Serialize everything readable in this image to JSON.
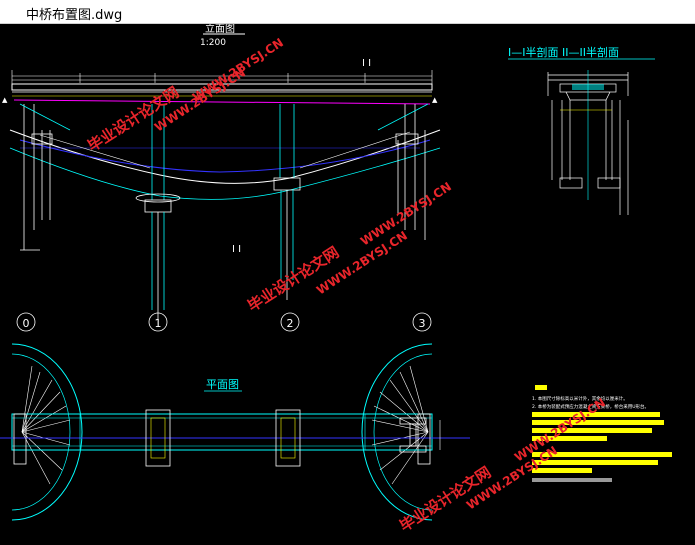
{
  "window": {
    "title": "中桥布置图.dwg"
  },
  "drawing": {
    "elevation_title": "立面图",
    "elevation_scale": "1:200",
    "section_title": "I—I半剖面 II—II半剖面",
    "plan_title": "平面图",
    "section_marks": {
      "top": "I I",
      "bottom": "I I"
    },
    "axis_labels": [
      "0",
      "1",
      "2",
      "3"
    ],
    "notes": [
      "1. 本图尺寸除标高以米计外，其余均以厘米计。",
      "2. 本桥为装配式预应力混凝土简支梁桥，桥台采用U形台。"
    ]
  },
  "watermarks": {
    "cn": "毕业设计论文网",
    "url": "WWW.2BYSJ.CN"
  },
  "colors": {
    "background": "#000000",
    "white": "#ffffff",
    "cyan": "#00ffff",
    "yellow": "#ffff00",
    "blue": "#3333ff",
    "magenta": "#ff00ff",
    "green": "#00ff00",
    "watermark": "#e8252b"
  }
}
